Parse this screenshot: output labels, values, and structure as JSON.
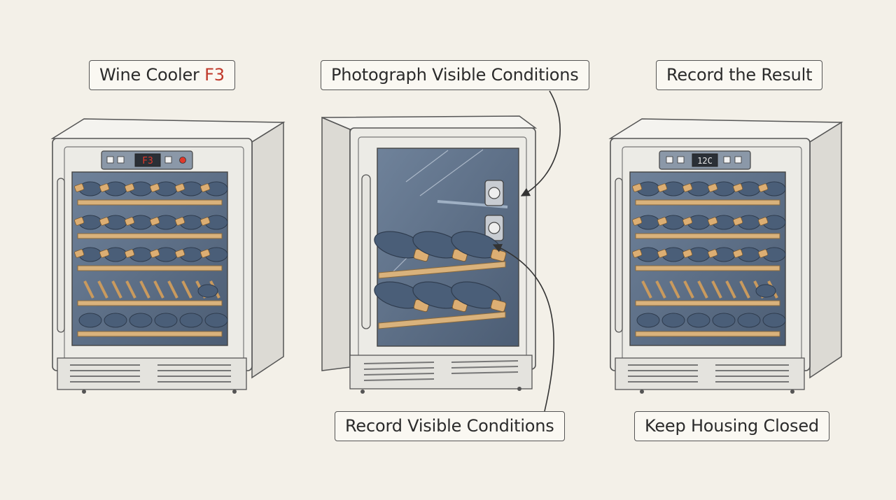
{
  "panels": [
    {
      "label": {
        "text": "Wine Cooler ",
        "code": "F3"
      },
      "display": "F3"
    },
    {
      "label": {
        "text": "Photograph Visible Conditions"
      },
      "bottom_label": {
        "text": "Record Visible Conditions"
      }
    },
    {
      "label": {
        "text": "Record the Result"
      },
      "display": "12C",
      "bottom_label": {
        "text": "Keep Housing Closed"
      }
    }
  ],
  "colors": {
    "background": "#f3f0e8",
    "cabinet": "#ecebe6",
    "interior": "#53657d",
    "shelf": "#d9b27c",
    "cork": "#dcae73",
    "bottle": "#4a5e78",
    "error_code": "#c0392b",
    "indicator_red": "#e0392b"
  }
}
